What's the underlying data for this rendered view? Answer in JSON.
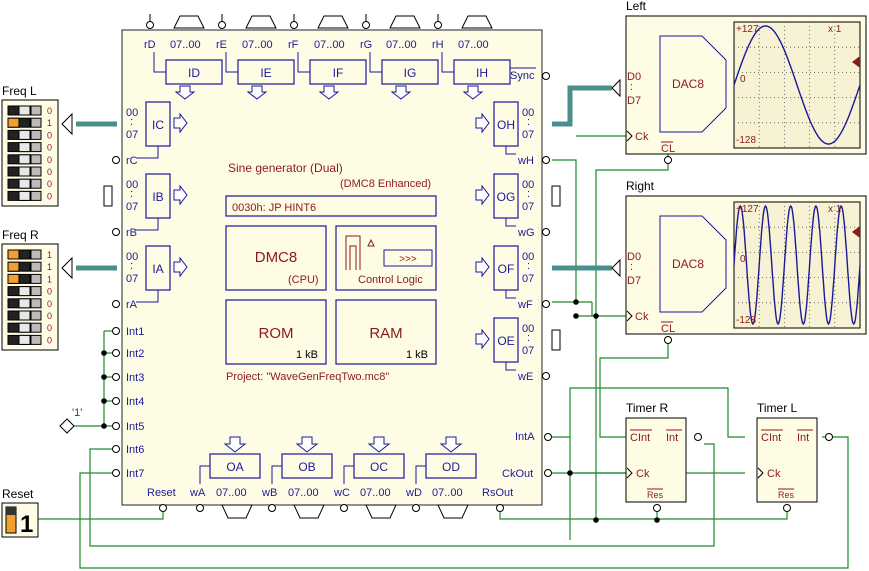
{
  "main": {
    "bus_out": {
      "ids": [
        "rD",
        "rE",
        "rF",
        "rG",
        "rH"
      ],
      "range": "07..00"
    },
    "regs_top": [
      "ID",
      "IE",
      "IF",
      "IG",
      "IH"
    ],
    "sync": "Sync",
    "left_ports": [
      {
        "id": "IC",
        "r": "rC"
      },
      {
        "id": "IB",
        "r": "rB"
      },
      {
        "id": "IA",
        "r": "rA"
      }
    ],
    "bit00": "00",
    "bit07": "07",
    "colon": ":",
    "right_ports": [
      {
        "id": "OH",
        "w": "wH"
      },
      {
        "id": "OG",
        "w": "wG"
      },
      {
        "id": "OF",
        "w": "wF"
      },
      {
        "id": "OE",
        "w": "wE"
      }
    ],
    "title": "Sine generator (Dual)",
    "subtitle": "(DMC8 Enhanced)",
    "instr": "0030h:  JP    HINT6",
    "cpu": "DMC8",
    "cpu_sub": "(CPU)",
    "ctrl": "Control Logic",
    "ctrl_sym": ">>>",
    "rom": "ROM",
    "rom_size": "1 kB",
    "ram": "RAM",
    "ram_size": "1 kB",
    "project": "Project: \"WaveGenFreqTwo.mc8\"",
    "ints": [
      "Int1",
      "Int2",
      "Int3",
      "Int4",
      "Int5",
      "Int6",
      "Int7"
    ],
    "inta": "IntA",
    "ckout": "CkOut",
    "regs_bottom": [
      "OA",
      "OB",
      "OC",
      "OD"
    ],
    "bottom_pins": [
      "Reset",
      "wA",
      "wB",
      "wC",
      "wD",
      "RsOut"
    ]
  },
  "freq_l": {
    "label": "Freq L",
    "bits": [
      "0",
      "1",
      "0",
      "0",
      "0",
      "0",
      "0",
      "0"
    ]
  },
  "freq_r": {
    "label": "Freq R",
    "bits": [
      "1",
      "1",
      "1",
      "0",
      "0",
      "0",
      "0",
      "0"
    ]
  },
  "one": "'1'",
  "reset": {
    "label": "Reset",
    "value": "1"
  },
  "scopes": [
    {
      "label": "Left",
      "dac": "DAC8",
      "d0": "D0",
      "d7": "D7",
      "ck": "Ck",
      "cl": "CL",
      "ymax": "+127",
      "ymid": "0",
      "ymin": "-128",
      "zoom": "x 1",
      "cycles": 1
    },
    {
      "label": "Right",
      "dac": "DAC8",
      "d0": "D0",
      "d7": "D7",
      "ck": "Ck",
      "cl": "CL",
      "ymax": "+127",
      "ymid": "0",
      "ymin": "-128",
      "zoom": "x 1",
      "cycles": 5
    }
  ],
  "timers": [
    {
      "label": "Timer R",
      "cint": "CInt",
      "int": "Int",
      "ck": "Ck",
      "res": "Res"
    },
    {
      "label": "Timer L",
      "cint": "CInt",
      "int": "Int",
      "ck": "Ck",
      "res": "Res"
    }
  ],
  "colors": {
    "wire": "#1d8a2a",
    "bus": "#4a8f8a",
    "label": "#1a1a99",
    "title": "#8b1a1a",
    "chip": "#fffce6"
  }
}
